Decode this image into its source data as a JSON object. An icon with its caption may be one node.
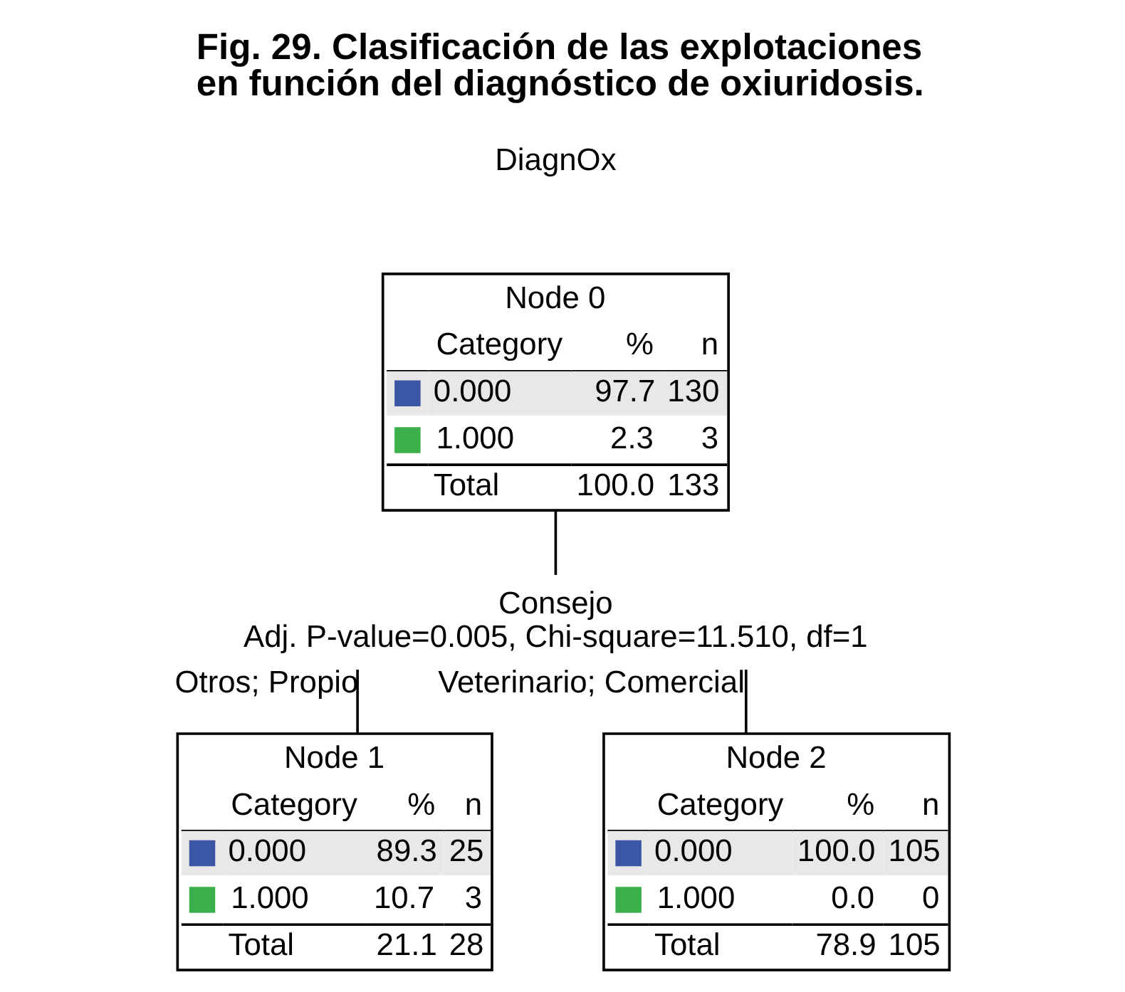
{
  "diagram": {
    "title": "Fig. 29. Clasificación de las explotaciones en función del diagnóstico de oxiuridosis.",
    "nodes": [
      {
        "text": [
          "Node 0",
          "Category",
          "%",
          "n",
          "0.000",
          "97.7",
          "130",
          "1.000",
          "2.3",
          "3",
          "Total",
          "100.0",
          "133"
        ]
      },
      {
        "text": [
          "Consejo",
          "Adj. P-value=0.005, Chi-square=11.510, df=1"
        ]
      },
      {
        "text": [
          "Node 1",
          "Category",
          "%",
          "n",
          "0.000",
          "89.3",
          "25",
          "1.000",
          "10.7",
          "3",
          "Total",
          "21.1",
          "28"
        ]
      },
      {
        "text": [
          "Node 2",
          "Category",
          "%",
          "n",
          "0.000",
          "100.0",
          "105",
          "1.000",
          "0.0",
          "0",
          "Total",
          "78.9",
          "105"
        ]
      }
    ],
    "edges": [
      {
        "from": 0,
        "to": 1,
        "arrow": "none"
      },
      {
        "from": 1,
        "to": 2,
        "arrow": "none",
        "label": "Otros; Propio"
      },
      {
        "from": 1,
        "to": 3,
        "arrow": "none",
        "label": "Veterinario; Comercial"
      }
    ],
    "labels": [
      "DiagnOx"
    ]
  }
}
